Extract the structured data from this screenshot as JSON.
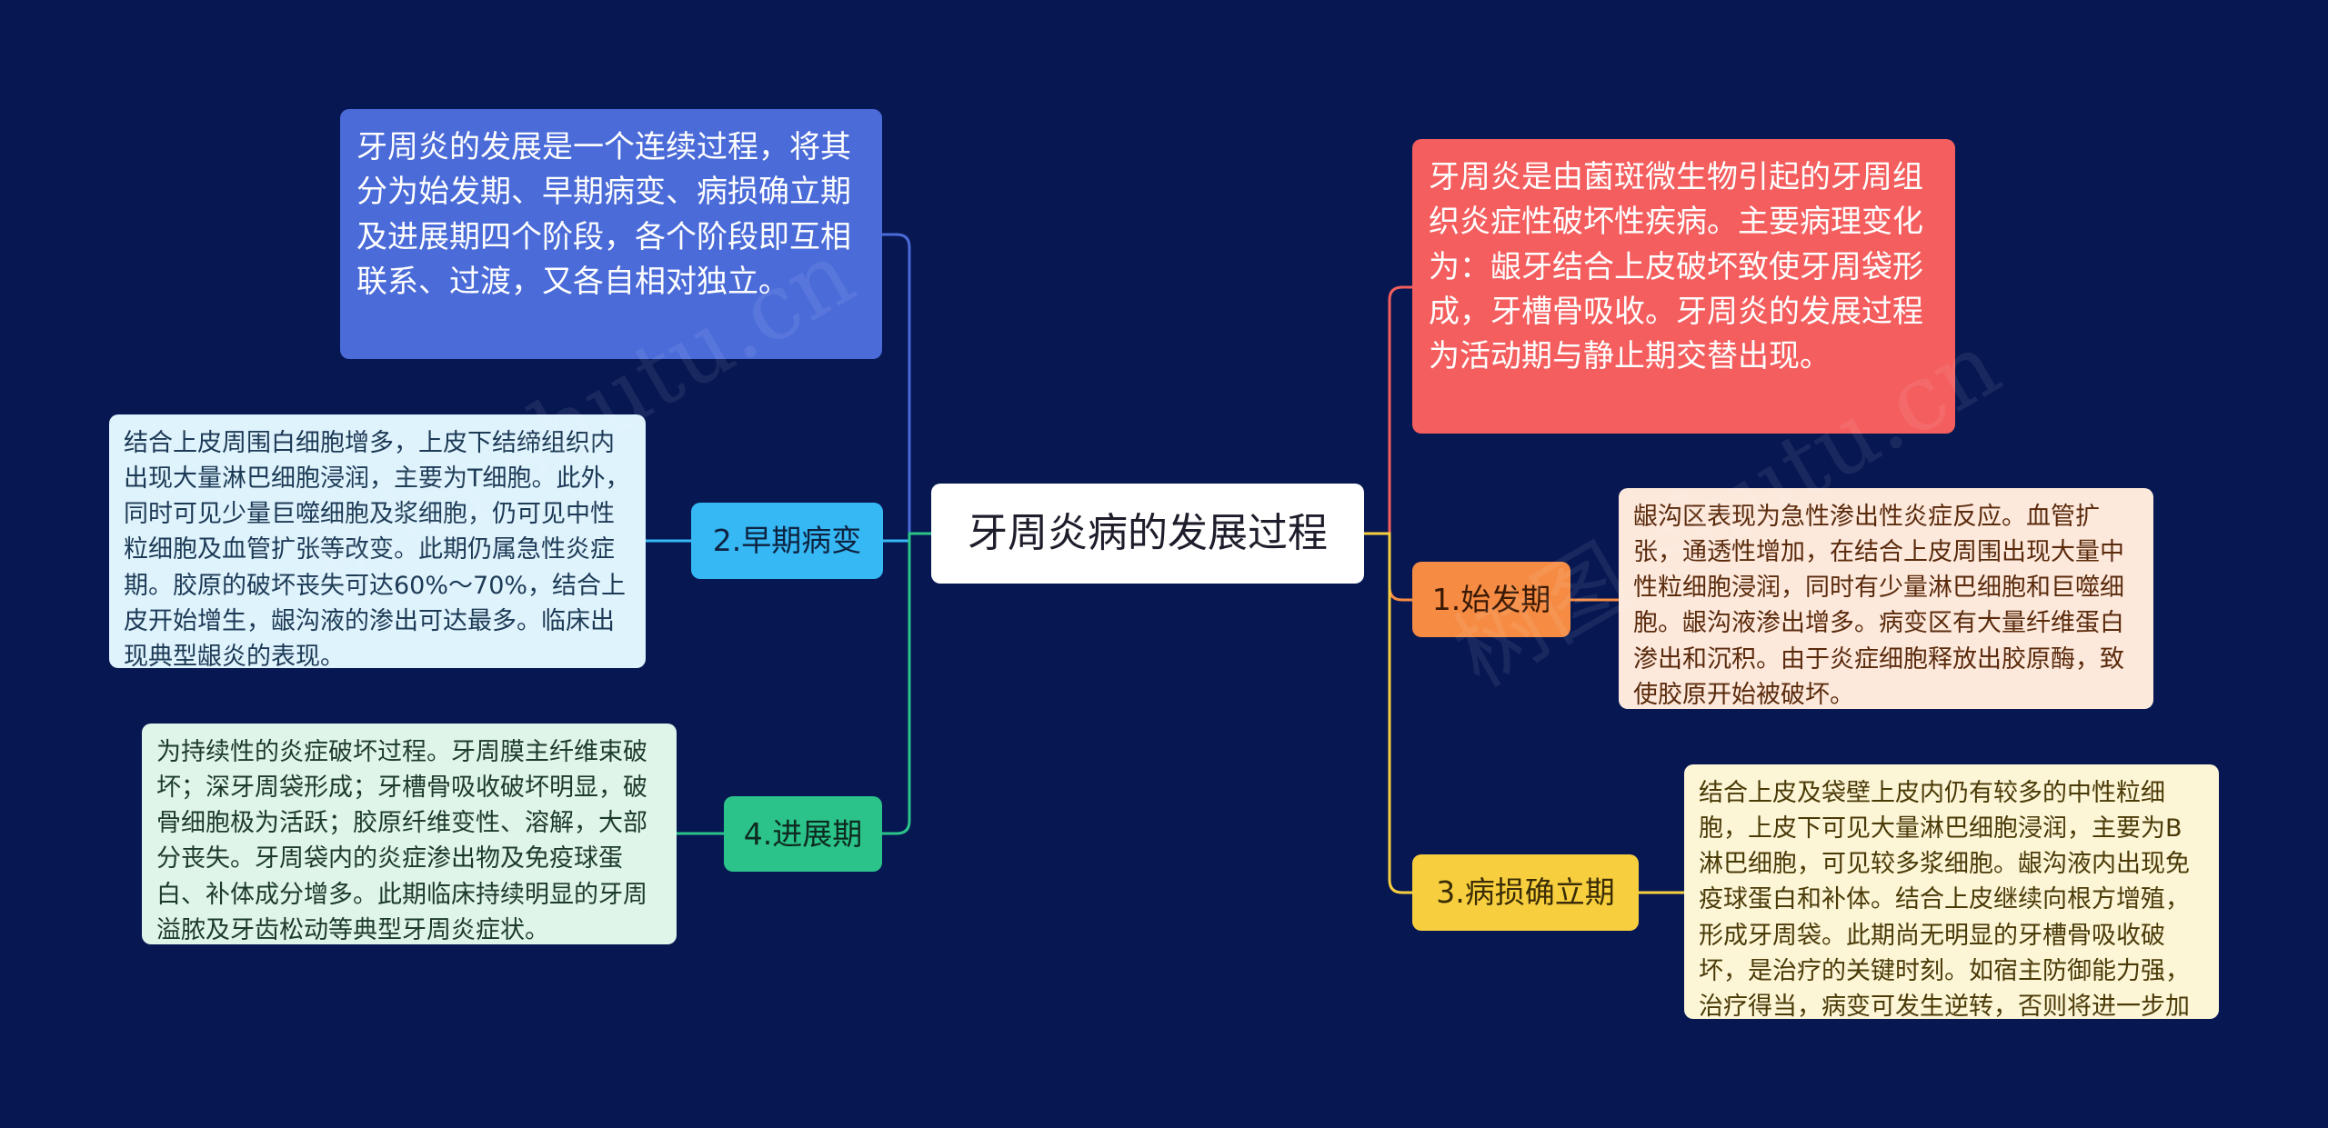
{
  "center": {
    "title": "牙周炎病的发展过程"
  },
  "left": {
    "intro": "牙周炎的发展是一个连续过程，将其分为始发期、早期病变、病损确立期及进展期四个阶段，各个阶段即互相联系、过渡，又各自相对独立。",
    "stage2": {
      "label": "2.早期病变",
      "detail": "结合上皮周围白细胞增多，上皮下结缔组织内出现大量淋巴细胞浸润，主要为T细胞。此外，同时可见少量巨噬细胞及浆细胞，仍可见中性粒细胞及血管扩张等改变。此期仍属急性炎症期。胶原的破坏丧失可达60%～70%，结合上皮开始增生，龈沟液的渗出可达最多。临床出现典型龈炎的表现。"
    },
    "stage4": {
      "label": "4.进展期",
      "detail": "为持续性的炎症破坏过程。牙周膜主纤维束破坏；深牙周袋形成；牙槽骨吸收破坏明显，破骨细胞极为活跃；胶原纤维变性、溶解，大部分丧失。牙周袋内的炎症渗出物及免疫球蛋白、补体成分增多。此期临床持续明显的牙周溢脓及牙齿松动等典型牙周炎症状。"
    }
  },
  "right": {
    "intro": "牙周炎是由菌斑微生物引起的牙周组织炎症性破坏性疾病。主要病理变化为：龈牙结合上皮破坏致使牙周袋形成，牙槽骨吸收。牙周炎的发展过程为活动期与静止期交替出现。",
    "stage1": {
      "label": "1.始发期",
      "detail": "龈沟区表现为急性渗出性炎症反应。血管扩张，通透性增加，在结合上皮周围出现大量中性粒细胞浸润，同时有少量淋巴细胞和巨噬细胞。龈沟液渗出增多。病变区有大量纤维蛋白渗出和沉积。由于炎症细胞释放出胶原酶，致使胶原开始被破坏。"
    },
    "stage3": {
      "label": "3.病损确立期",
      "detail": "结合上皮及袋壁上皮内仍有较多的中性粒细胞，上皮下可见大量淋巴细胞浸润，主要为B淋巴细胞，可见较多浆细胞。龈沟液内出现免疫球蛋白和补体。结合上皮继续向根方增殖，形成牙周袋。此期尚无明显的牙槽骨吸收破坏，是治疗的关键时刻。如宿主防御能力强，治疗得当，病变可发生逆转，否则将进一步加重。"
    }
  },
  "watermark": "树图 shutu.cn",
  "colors": {
    "background": "#061752",
    "blue": "#4a6bd8",
    "cyan": "#36b8f5",
    "green": "#2bc38a",
    "red": "#f45e5e",
    "orange": "#f68b43",
    "yellow": "#f7cf3e"
  }
}
